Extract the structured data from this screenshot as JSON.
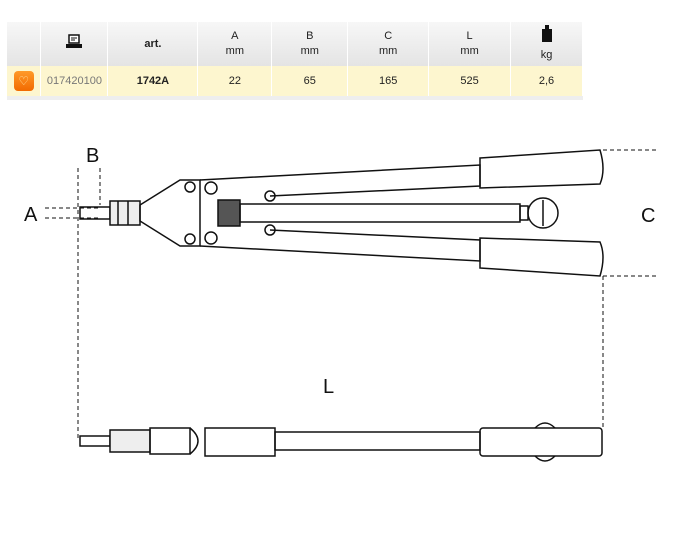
{
  "table": {
    "headers": {
      "code_icon": "computer-icon",
      "art": "art.",
      "a": "A",
      "a_unit": "mm",
      "b": "B",
      "b_unit": "mm",
      "c": "C",
      "c_unit": "mm",
      "l": "L",
      "l_unit": "mm",
      "weight_icon": "weight-icon",
      "weight_unit": "kg"
    },
    "row": {
      "fav_icon": "heart-icon",
      "code": "017420100",
      "art": "1742A",
      "a": "22",
      "b": "65",
      "c": "165",
      "l": "525",
      "kg": "2,6"
    }
  },
  "drawing": {
    "label_a": "A",
    "label_b": "B",
    "label_c": "C",
    "label_l": "L"
  }
}
